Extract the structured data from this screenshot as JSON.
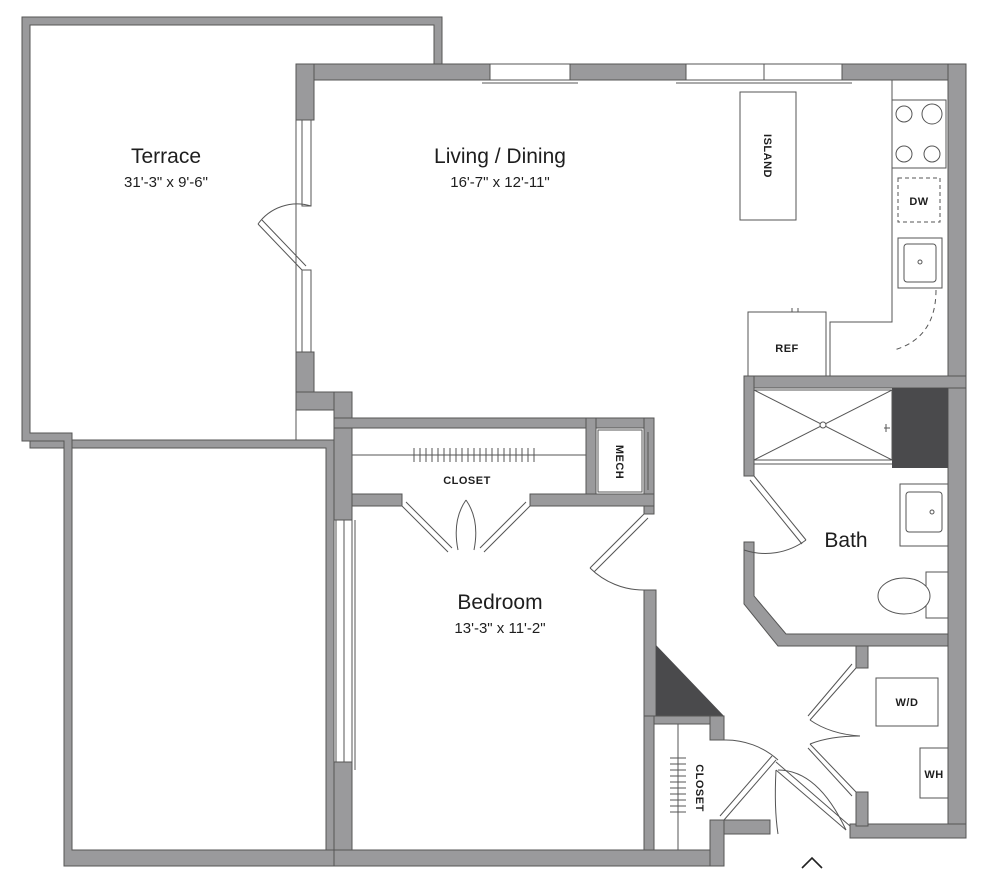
{
  "rooms": {
    "terrace": {
      "name": "Terrace",
      "dims": "31'-3\" x 9'-6\""
    },
    "living": {
      "name": "Living / Dining",
      "dims": "16'-7\" x 12'-11\""
    },
    "bedroom": {
      "name": "Bedroom",
      "dims": "13'-3\" x 11'-2\""
    },
    "bath": {
      "name": "Bath"
    }
  },
  "fixtures": {
    "island": "ISLAND",
    "dw": "DW",
    "ref": "REF",
    "mech": "MECH",
    "closet_bedroom": "CLOSET",
    "closet_hall": "CLOSET",
    "wd": "W/D",
    "wh": "WH"
  },
  "colors": {
    "wall": "#9a9a9c",
    "wall_dark": "#4a4a4c",
    "background": "#ffffff"
  },
  "icons": {
    "entry": "caret-up-icon"
  }
}
